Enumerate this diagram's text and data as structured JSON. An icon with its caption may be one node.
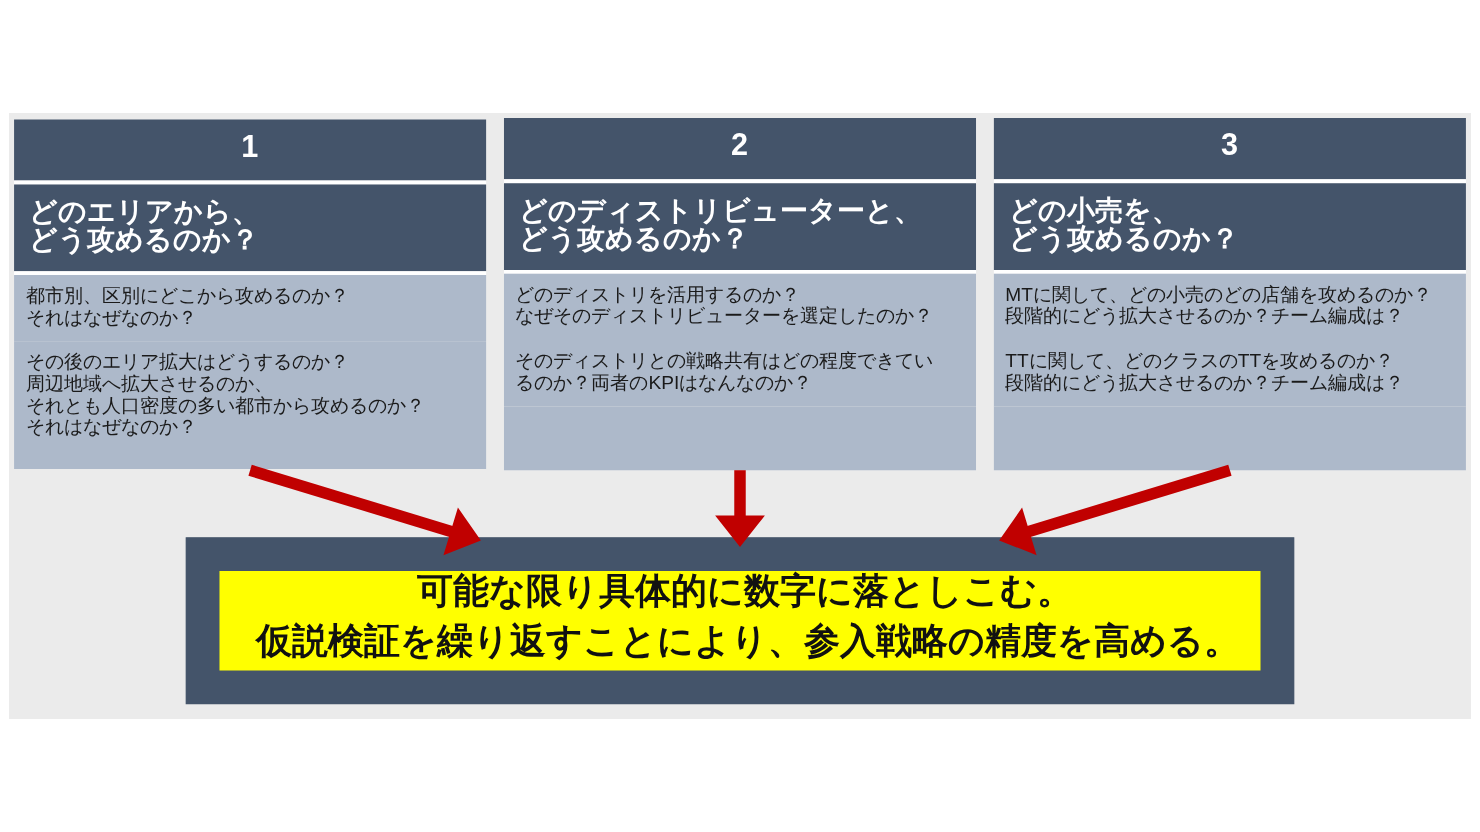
{
  "diagram": {
    "nodes": [
      {
        "text": [
          "1",
          "どのエリアから、どう攻めるのか？",
          "都市別、区別にどこから攻めるのか？それはなぜなのか？",
          "その後のエリア拡大はどうするのか？周辺地域へ拡大させるのか、それとも人口密度の多い都市から攻めるのか？それはなぜなのか？"
        ]
      },
      {
        "text": [
          "2",
          "どのディストリビューターと、どう攻めるのか？",
          "どのディストリを活用するのか？なぜそのディストリビューターを選定したのか？",
          "そのディストリとの戦略共有はどの程度できているのか？両者のKPIはなんなのか？"
        ]
      },
      {
        "text": [
          "3",
          "どの小売を、どう攻めるのか？",
          "MTに関して、どの小売のどの店舗を攻めるのか？段階的にどう拡大させるのか？チーム編成は？",
          "TTに関して、どのクラスのTTを攻めるのか？段階的にどう拡大させるのか？チーム編成は？"
        ]
      },
      {
        "text": [],
        "shape": "box"
      },
      {
        "text": [
          "可能な限り具体的に数字に落としこむ。",
          "仮説検証を繰り返すことにより、参入戦略の精度を高める。"
        ],
        "in": 3
      }
    ],
    "edges": [
      {
        "from": 0,
        "to": 3,
        "arrow": "to",
        "color": "#c00000"
      },
      {
        "from": 1,
        "to": 3,
        "arrow": "to",
        "color": "#c00000"
      },
      {
        "from": 2,
        "to": 3,
        "arrow": "to",
        "color": "#c00000"
      }
    ]
  }
}
